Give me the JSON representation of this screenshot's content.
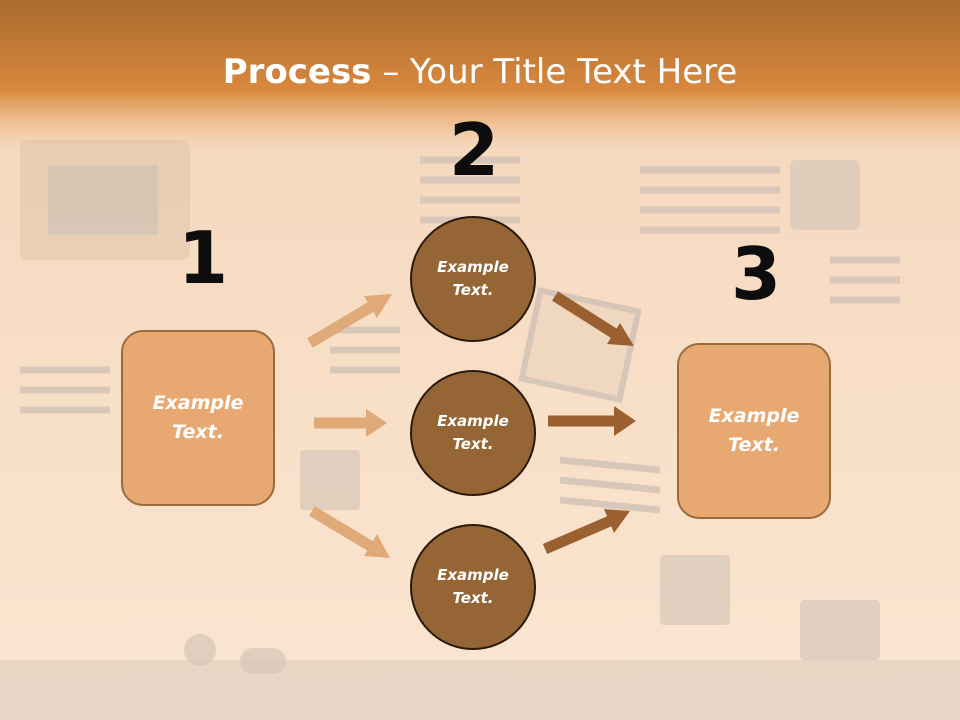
{
  "title": {
    "bold": "Process",
    "rest": " – Your Title Text Here"
  },
  "steps": [
    {
      "number": "1",
      "text": "Example Text."
    },
    {
      "number": "2"
    },
    {
      "number": "3",
      "text": "Example Text."
    }
  ],
  "circles": [
    {
      "text": "Example Text."
    },
    {
      "text": "Example Text."
    },
    {
      "text": "Example Text."
    }
  ],
  "colors": {
    "header": "#c97c38",
    "box_fill": "#e8a872",
    "circle_fill": "#966535",
    "arrow_light": "#e0aa78",
    "arrow_dark": "#9a6030"
  }
}
